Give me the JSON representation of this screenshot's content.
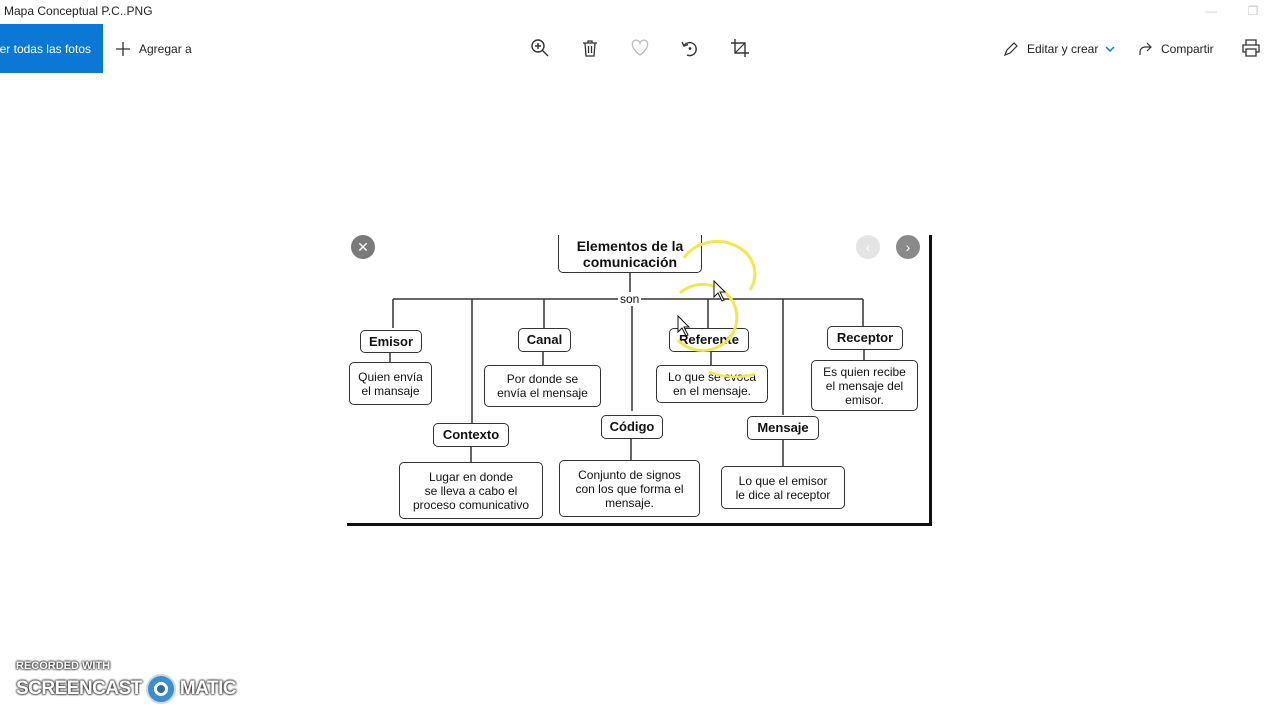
{
  "window": {
    "title": "Mapa Conceptual P.C..PNG",
    "minimize_glyph": "—",
    "maximize_glyph": "❐"
  },
  "toolbar": {
    "see_all_label": "er todas las fotos",
    "add_to_label": "Agregar a",
    "edit_create_label": "Editar y crear",
    "share_label": "Compartir",
    "icons": [
      "zoom-icon",
      "delete-icon",
      "favorite-icon",
      "rotate-icon",
      "crop-icon",
      "edit-icon",
      "share-icon",
      "print-icon"
    ]
  },
  "concept_map": {
    "title": "Elementos de la\ncomunicación",
    "connector": "son",
    "elements": [
      {
        "name": "Emisor",
        "description": "Quien envía\nel mansaje"
      },
      {
        "name": "Canal",
        "description": "Por donde se\nenvía el mensaje"
      },
      {
        "name": "Referente",
        "description": "Lo que se evoca\nen el mensaje."
      },
      {
        "name": "Receptor",
        "description": "Es quien recibe\nel mensaje del\nemisor."
      },
      {
        "name": "Contexto",
        "description": "Lugar en donde\nse lleva a cabo el\nproceso comunicativo"
      },
      {
        "name": "Código",
        "description": "Conjunto de signos\ncon los que forma el\nmensaje."
      },
      {
        "name": "Mensaje",
        "description": "Lo que el emisor\nle dice al receptor"
      }
    ]
  },
  "overlay": {
    "close_glyph": "✕",
    "prev_glyph": "‹",
    "next_glyph": "›"
  },
  "watermark": {
    "top": "RECORDED WITH",
    "left": "SCREENCAST",
    "right": "MATIC"
  },
  "colors": {
    "accent": "#0a78d4",
    "highlight": "#f2e84a"
  }
}
